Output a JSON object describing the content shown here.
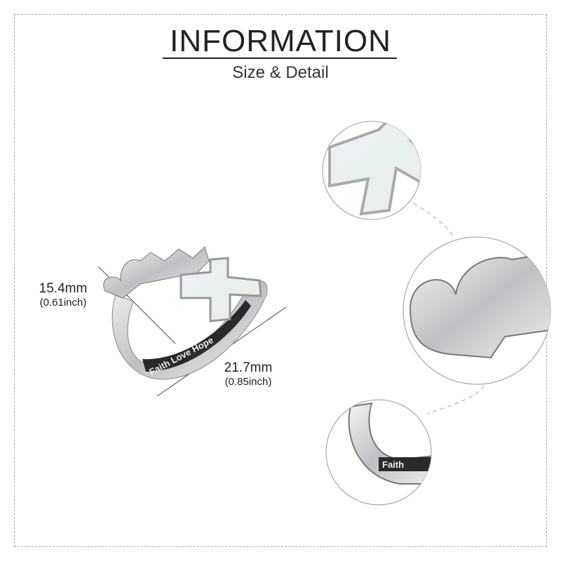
{
  "header": {
    "title": "INFORMATION",
    "subtitle": "Size & Detail"
  },
  "dimensions": {
    "height": {
      "mm": "15.4mm",
      "inch": "(0.61inch)"
    },
    "width": {
      "mm": "21.7mm",
      "inch": "(0.85inch)"
    }
  },
  "ring": {
    "engraving": "Faith Love Hope",
    "top_word": "Faith",
    "detail_engraving": "Faith"
  },
  "colors": {
    "silver": "#d6d6d8",
    "opal": "#efe8f2",
    "line": "#444444"
  }
}
